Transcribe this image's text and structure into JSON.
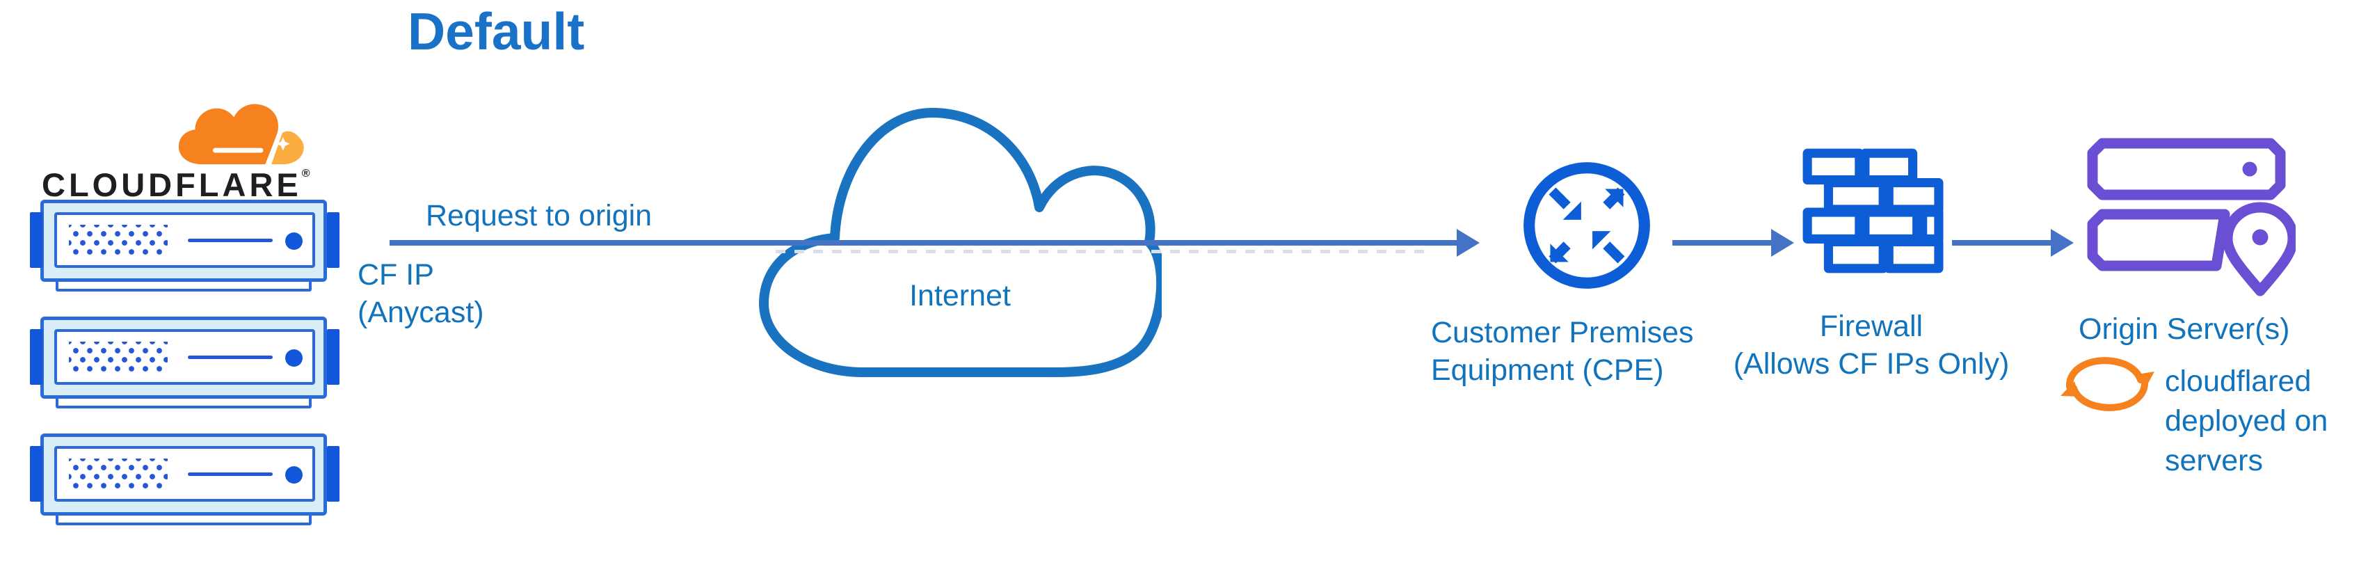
{
  "title": "Default",
  "brand": {
    "wordmark": "CLOUDFLARE",
    "registered": "®"
  },
  "edge_servers": {
    "caption_request": "Request to origin",
    "ip_line1": "CF IP",
    "ip_line2": "(Anycast)"
  },
  "internet": {
    "label": "Internet"
  },
  "cpe": {
    "label_line1": "Customer Premises",
    "label_line2": "Equipment (CPE)"
  },
  "firewall": {
    "label_line1": "Firewall",
    "label_line2": "(Allows CF IPs Only)"
  },
  "origin": {
    "label": "Origin Server(s)",
    "cloudflared_note": "cloudflared deployed on servers"
  },
  "colors": {
    "title_blue": "#1A72C8",
    "label_blue": "#1273BD",
    "icon_blue": "#0D5ED6",
    "cloud_outline_blue": "#1A73C0",
    "arrow_blue": "#4472C4",
    "server_frame_fill": "#D9EDF6",
    "server_border_blue": "#2B6BD9",
    "brand_orange": "#F6821F",
    "brand_orange_light": "#FBAD41",
    "origin_purple": "#6A4FD4",
    "wordmark_ink": "#1F1F1F"
  },
  "icons": {
    "cloudflare_logo": "cloudflare-cloud-logo-icon",
    "edge_server": "server-rack-icon",
    "internet": "internet-cloud-icon",
    "cpe": "router-cpe-icon",
    "firewall": "firewall-brick-icon",
    "origin": "origin-servers-icon",
    "location": "location-pin-icon",
    "cloudflared": "sync-arrows-icon",
    "flow": "flow-arrow-icon"
  }
}
